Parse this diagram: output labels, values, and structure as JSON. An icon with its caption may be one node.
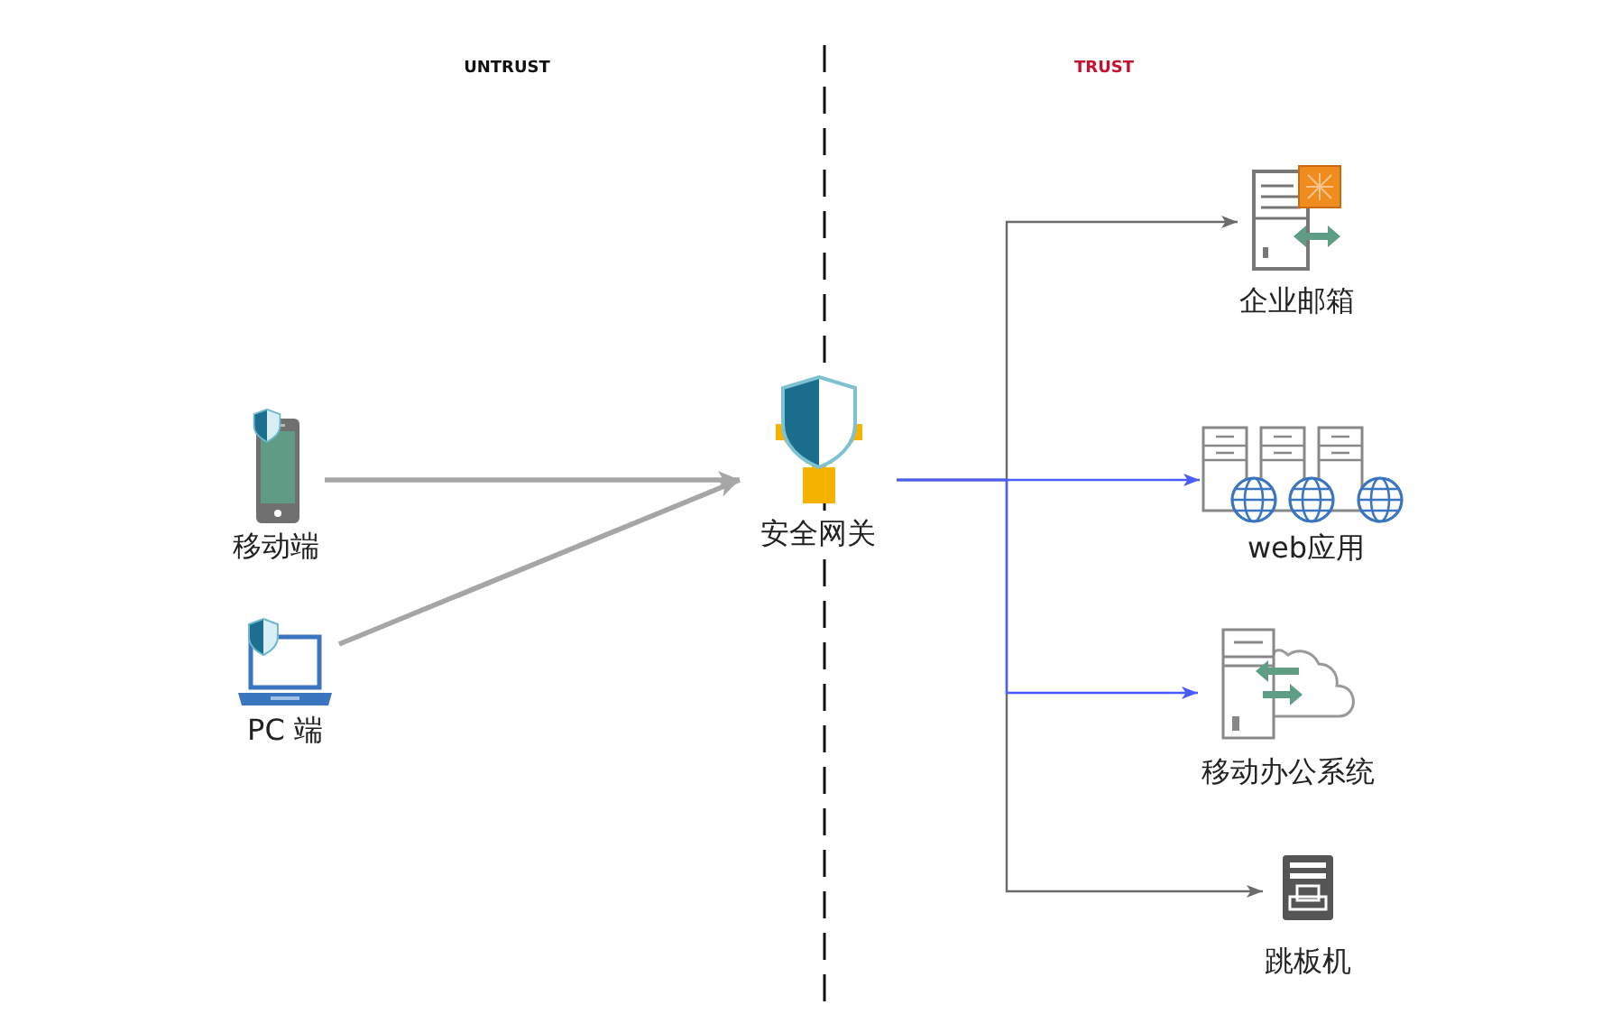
{
  "diagram": {
    "nodes": [
      {
        "text": [
          "移动端"
        ]
      },
      {
        "text": [
          "PC 端"
        ]
      },
      {
        "text": [
          "安全网关"
        ]
      },
      {
        "text": [
          "企业邮箱"
        ]
      },
      {
        "text": [
          "web应用"
        ]
      },
      {
        "text": [
          "移动办公系统"
        ]
      },
      {
        "text": [
          "跳板机"
        ]
      }
    ],
    "edges": [
      {
        "from": 0,
        "to": 2,
        "arrow": "to",
        "style": "thick",
        "color": "#a6a6a6"
      },
      {
        "from": 1,
        "to": 2,
        "arrow": "to",
        "style": "thick",
        "color": "#a6a6a6"
      },
      {
        "from": 2,
        "to": 3,
        "arrow": "to",
        "color": "#6b6b6b"
      },
      {
        "from": 2,
        "to": 4,
        "arrow": "to",
        "color": "#4a5cff"
      },
      {
        "from": 2,
        "to": 5,
        "arrow": "to",
        "color": "#4a5cff"
      },
      {
        "from": 2,
        "to": 6,
        "arrow": "to",
        "color": "#6b6b6b"
      }
    ],
    "labels": [
      "UNTRUST",
      "TRUST"
    ]
  }
}
